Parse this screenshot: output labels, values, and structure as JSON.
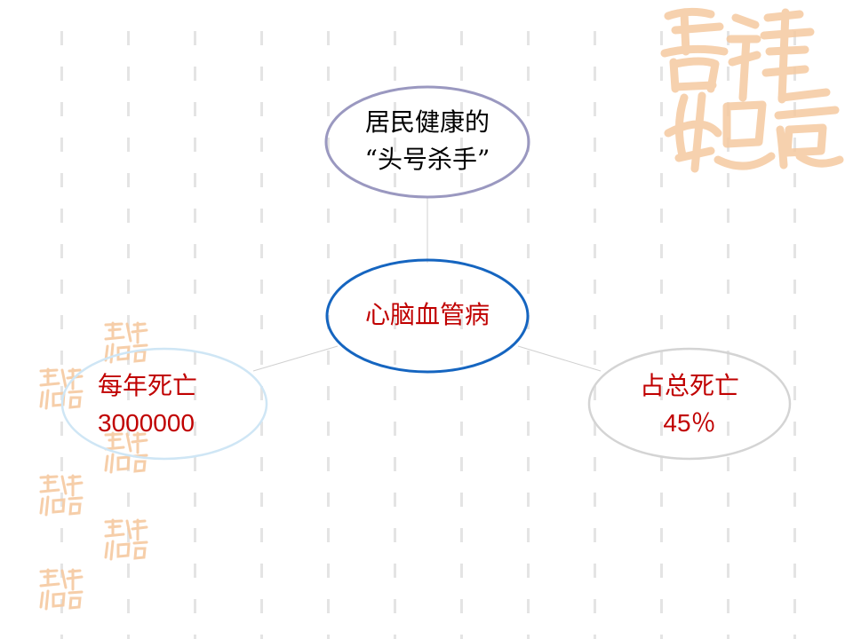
{
  "diagram": {
    "center": {
      "label": "心脑血管病"
    },
    "top": {
      "line1": "居民健康的",
      "line2": "“头号杀手”"
    },
    "left": {
      "line1": "每年死亡",
      "line2": "3000000"
    },
    "right": {
      "line1": "占总死亡",
      "line2": "45％"
    }
  },
  "colors": {
    "text_red": "#c00000",
    "center_border": "#1565c0",
    "top_border": "#9a98c0",
    "left_border": "#cfe6f5",
    "right_border": "#d4d4d4",
    "connector": "#d0d0d0",
    "dash": "#e4e4e4",
    "watermark": "#f5c9a0"
  },
  "decor": {
    "watermark": "seal-watermark"
  }
}
